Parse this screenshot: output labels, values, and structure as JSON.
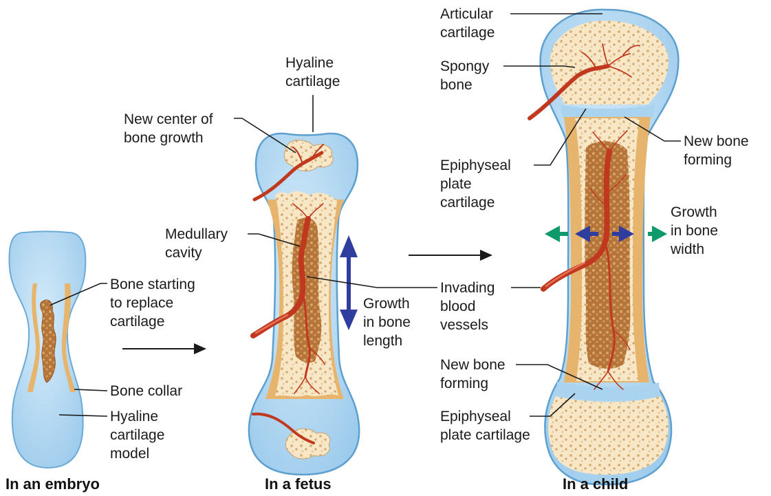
{
  "stages": {
    "embryo": {
      "caption": "In an embryo",
      "labels": {
        "bone_starting_1": "Bone starting",
        "bone_starting_2": "to replace",
        "bone_starting_3": "cartilage",
        "bone_collar": "Bone collar",
        "hyaline_model_1": "Hyaline",
        "hyaline_model_2": "cartilage",
        "hyaline_model_3": "model"
      }
    },
    "fetus": {
      "caption": "In a fetus",
      "labels": {
        "hyaline_1": "Hyaline",
        "hyaline_2": "cartilage",
        "new_center_1": "New center of",
        "new_center_2": "bone growth",
        "medullary_1": "Medullary",
        "medullary_2": "cavity",
        "growth_length_1": "Growth",
        "growth_length_2": "in bone",
        "growth_length_3": "length"
      }
    },
    "child": {
      "caption": "In a child",
      "labels": {
        "articular_1": "Articular",
        "articular_2": "cartilage",
        "spongy_1": "Spongy",
        "spongy_2": "bone",
        "new_bone_top_1": "New bone",
        "new_bone_top_2": "forming",
        "epiphyseal_top_1": "Epiphyseal",
        "epiphyseal_top_2": "plate",
        "epiphyseal_top_3": "cartilage",
        "growth_width_1": "Growth",
        "growth_width_2": "in bone",
        "growth_width_3": "width",
        "invading_1": "Invading",
        "invading_2": "blood",
        "invading_3": "vessels",
        "new_bone_bottom_1": "New bone",
        "new_bone_bottom_2": "forming",
        "epiphyseal_bottom_1": "Epiphyseal",
        "epiphyseal_bottom_2": "plate cartilage"
      }
    }
  },
  "colors": {
    "cartilage": "#a9d3ef",
    "cartilage_edge": "#5d9fcf",
    "bone_collar": "#e6b46c",
    "spongy_bone": "#f6e6c4",
    "marrow": "#b8773a",
    "vessel": "#c0391f",
    "growth_length_arrow": "#2f3e9e",
    "growth_width_outer_arrow": "#0e9a6a",
    "growth_width_inner_arrow": "#2f3e9e"
  }
}
